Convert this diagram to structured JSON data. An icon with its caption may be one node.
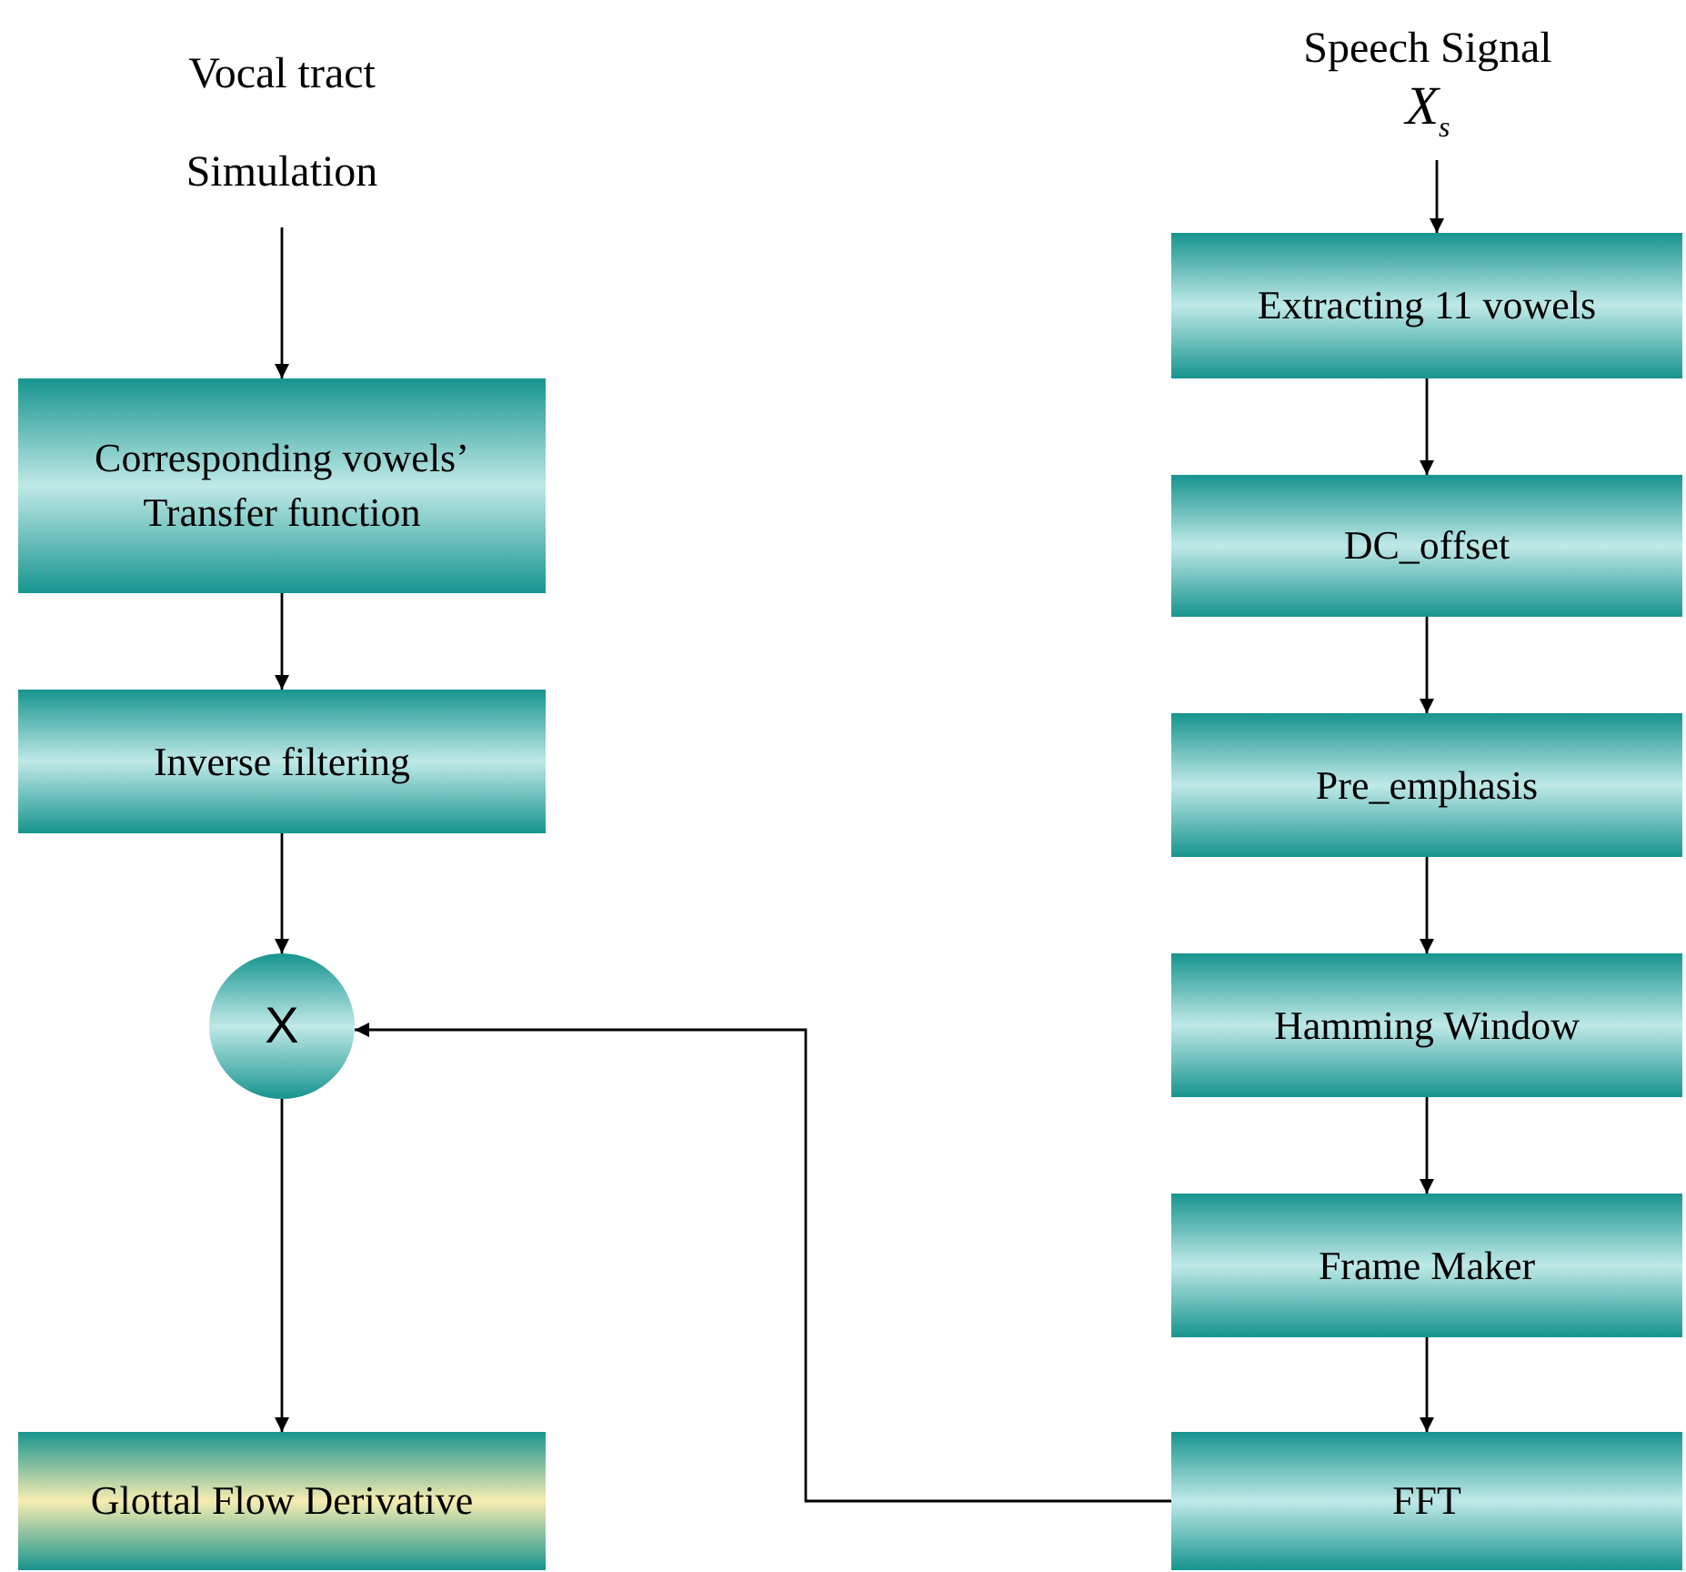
{
  "diagram": {
    "nodes": [
      {
        "text": [
          "Vocal tract Simulation"
        ]
      },
      {
        "text": [
          "Corresponding vowels’ Transfer function"
        ]
      },
      {
        "text": [
          "Inverse filtering"
        ]
      },
      {
        "text": [
          "X"
        ]
      },
      {
        "text": [
          "Glottal Flow Derivative"
        ]
      },
      {
        "text": [
          "Speech Signal",
          "X$_{s}$"
        ]
      },
      {
        "text": [
          "Extracting 11 vowels"
        ]
      },
      {
        "text": [
          "DC_offset"
        ]
      },
      {
        "text": [
          "Pre_emphasis"
        ]
      },
      {
        "text": [
          "Hamming Window"
        ]
      },
      {
        "text": [
          "Frame Maker"
        ]
      },
      {
        "text": [
          "FFT"
        ]
      }
    ],
    "edges": [
      {
        "from": 0,
        "to": 1,
        "arrow": "to"
      },
      {
        "from": 1,
        "to": 2,
        "arrow": "to"
      },
      {
        "from": 2,
        "to": 3,
        "arrow": "to"
      },
      {
        "from": 3,
        "to": 4,
        "arrow": "to"
      },
      {
        "from": 5,
        "to": 6,
        "arrow": "to"
      },
      {
        "from": 6,
        "to": 7,
        "arrow": "to"
      },
      {
        "from": 7,
        "to": 8,
        "arrow": "to"
      },
      {
        "from": 8,
        "to": 9,
        "arrow": "to"
      },
      {
        "from": 9,
        "to": 10,
        "arrow": "to"
      },
      {
        "from": 10,
        "to": 11,
        "arrow": "to"
      },
      {
        "from": 11,
        "to": 3,
        "arrow": "to"
      }
    ]
  }
}
